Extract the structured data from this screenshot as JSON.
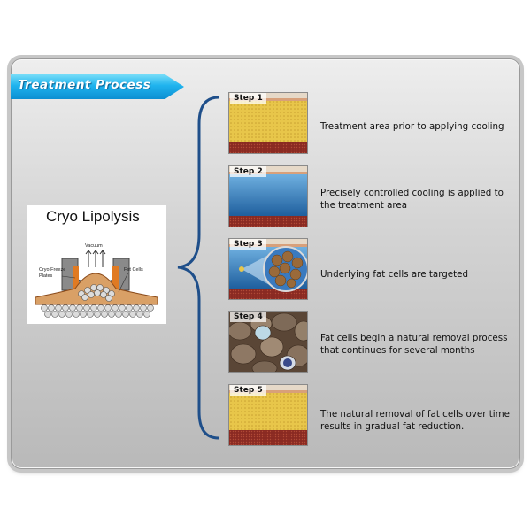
{
  "header": {
    "title": "Treatment Process"
  },
  "illustration": {
    "title": "Cryo Lipolysis",
    "labels": {
      "vacuum": "Vacuum",
      "plates": "Cryo Freeze\nPlates",
      "fat_cells": "Fat Cells"
    }
  },
  "steps": [
    {
      "label": "Step 1",
      "text": "Treatment area prior to applying cooling"
    },
    {
      "label": "Step 2",
      "text": "Precisely controlled cooling is applied to the treatment area"
    },
    {
      "label": "Step 3",
      "text": "Underlying fat cells are targeted"
    },
    {
      "label": "Step 4",
      "text": "Fat cells begin a natural removal process that continues for several months"
    },
    {
      "label": "Step 5",
      "text": "The natural removal of fat cells over time results in gradual fat reduction."
    }
  ],
  "colors": {
    "banner": "#1fb3ee",
    "brace": "#1f4f8a",
    "fat_yellow": "#e8c64a",
    "cooling_blue": "#2e7fc0",
    "tissue_red": "#8a2a22"
  }
}
